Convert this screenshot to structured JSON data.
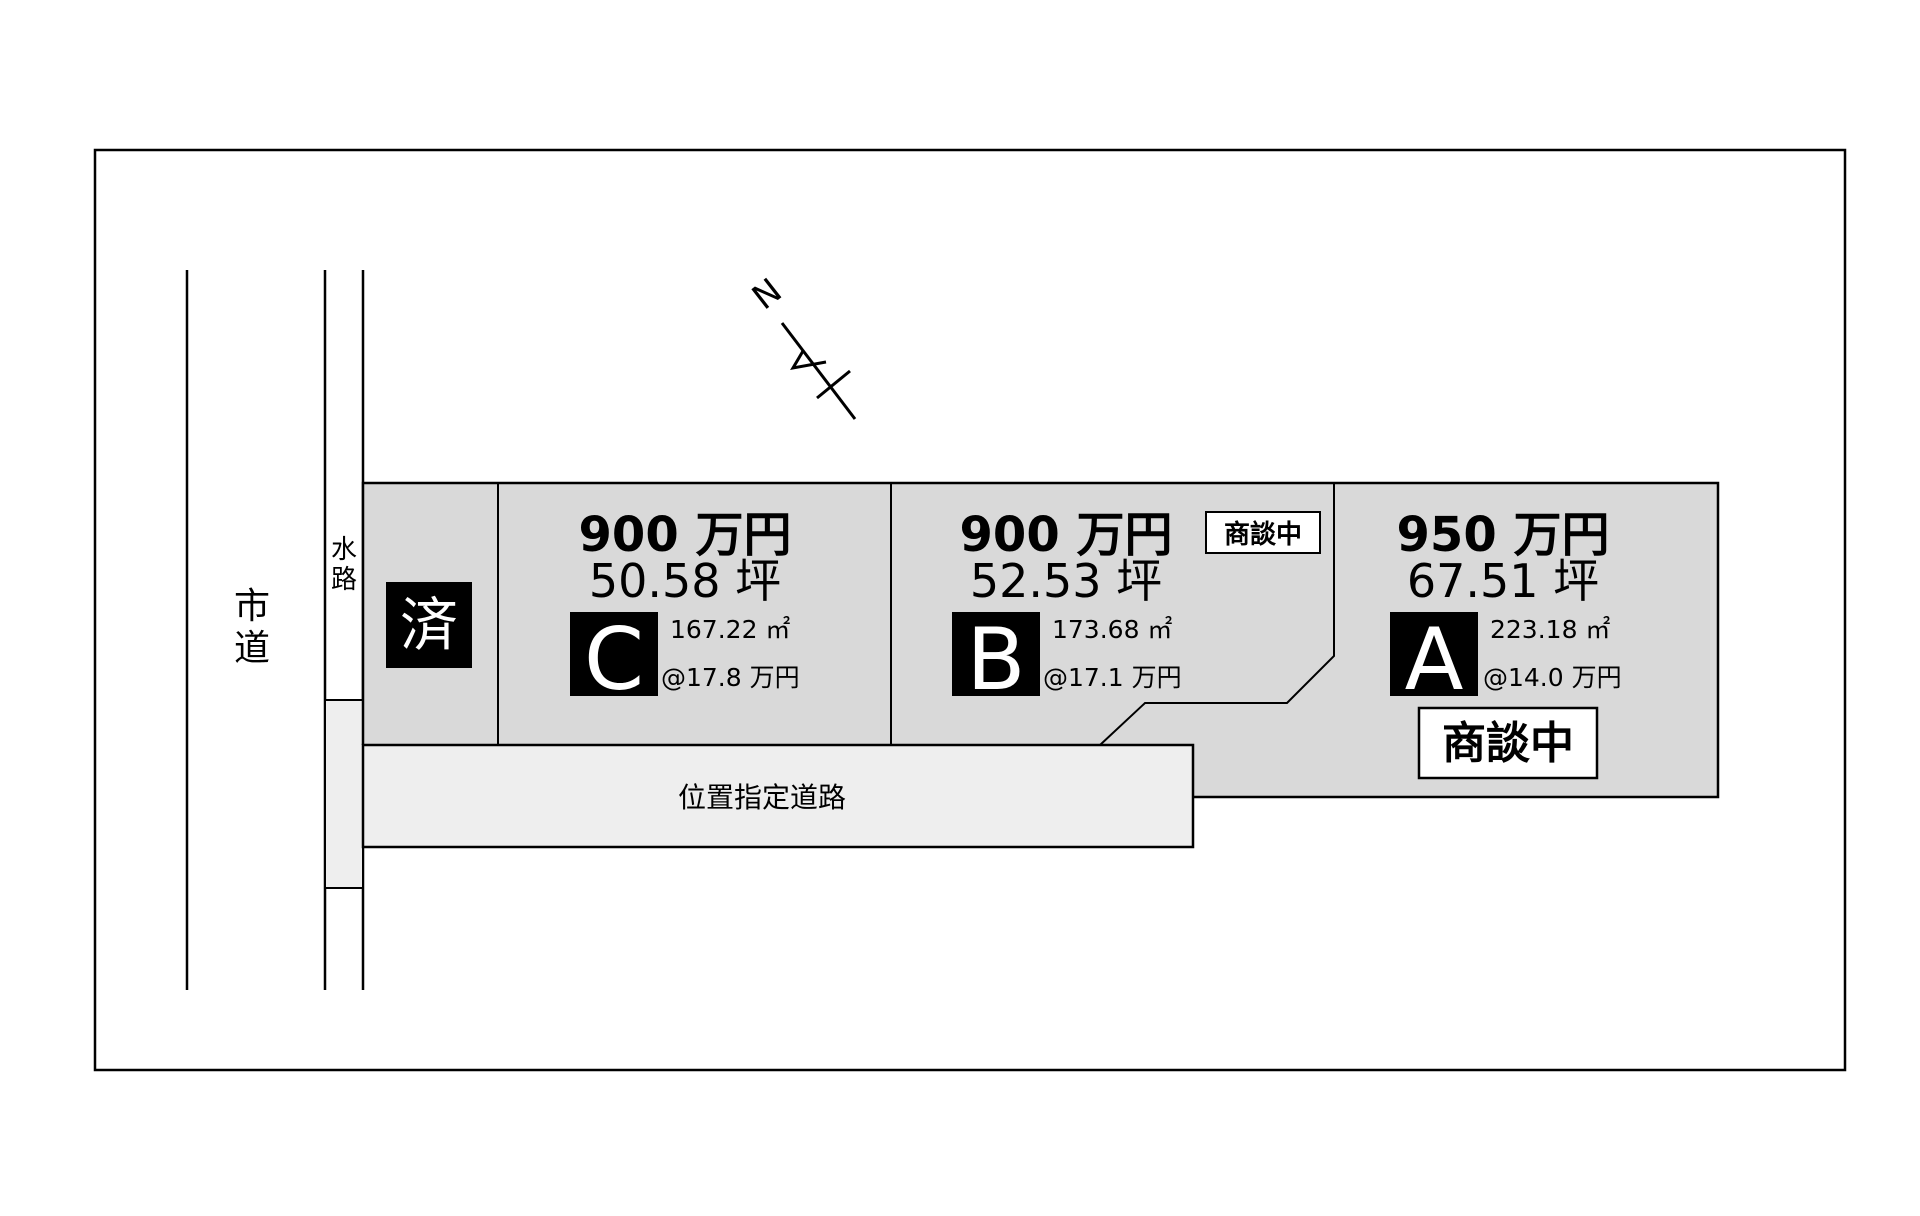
{
  "roads": {
    "city_road_label": [
      "市",
      "道"
    ],
    "waterway_label": [
      "水",
      "路"
    ],
    "designated_road_label": "位置指定道路"
  },
  "compass": {
    "label": "N"
  },
  "lots": [
    {
      "id": "C",
      "price": "900 万円",
      "tsubo": "50.58 坪",
      "letter": "C",
      "area": "167.22 ㎡",
      "unit_price": "@17.8 万円",
      "status": ""
    },
    {
      "id": "B",
      "price": "900 万円",
      "tsubo": "52.53 坪",
      "letter": "B",
      "area": "173.68 ㎡",
      "unit_price": "@17.1 万円",
      "status": "商談中"
    },
    {
      "id": "A",
      "price": "950 万円",
      "tsubo": "67.51 坪",
      "letter": "A",
      "area": "223.18 ㎡",
      "unit_price": "@14.0 万円",
      "status": "商談中"
    }
  ],
  "sold_lot": {
    "label": "済"
  },
  "colors": {
    "lot_fill": "#d9d9d9",
    "road_fill": "#eeeeee",
    "line": "#000000",
    "background": "#ffffff"
  }
}
